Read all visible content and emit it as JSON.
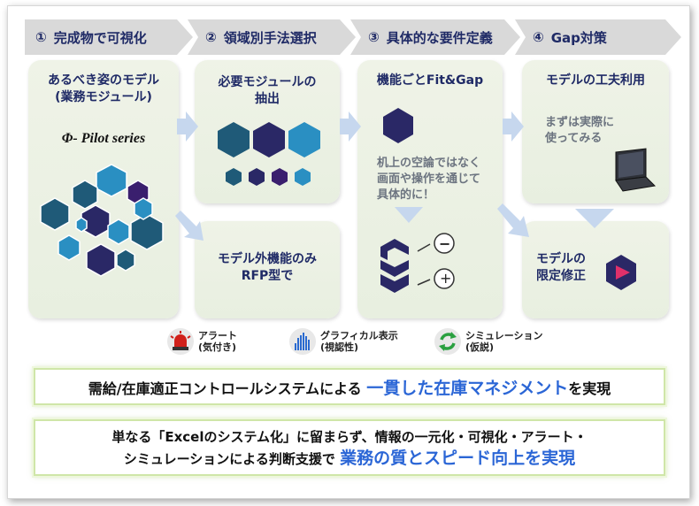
{
  "steps": [
    {
      "num": "①",
      "label": "完成物で可視化"
    },
    {
      "num": "②",
      "label": "領域別手法選択"
    },
    {
      "num": "③",
      "label": "具体的な要件定義"
    },
    {
      "num": "④",
      "label": "Gap対策"
    }
  ],
  "panel1": {
    "title_line1": "あるべき姿のモデル",
    "title_line2": "(業務モジュール)",
    "logo": "Φ- Pilot series"
  },
  "panel2a": {
    "title_line1": "必要モジュールの",
    "title_line2": "抽出"
  },
  "panel2b": {
    "title_line1": "モデル外機能のみ",
    "title_line2": "RFP型で"
  },
  "panel3": {
    "title": "機能ごとFit&Gap",
    "note_line1": "机上の空論ではなく",
    "note_line2": "画面や操作を通じて",
    "note_line3": "具体的に！",
    "minus": "−",
    "plus": "+"
  },
  "panel4a": {
    "title": "モデルの工夫利用",
    "note_line1": "まずは実際に",
    "note_line2": "使ってみる"
  },
  "panel4b": {
    "title_line1": "モデルの",
    "title_line2": "限定修正"
  },
  "legend": [
    {
      "icon": "alarm-icon",
      "line1": "アラート",
      "line2": "(気付き)"
    },
    {
      "icon": "bar-graph-icon",
      "line1": "グラフィカル表示",
      "line2": "(視認性)"
    },
    {
      "icon": "cycle-icon",
      "line1": "シミュレーション",
      "line2": "(仮説)"
    }
  ],
  "banner1": {
    "prefix": "需給/在庫適正コントロールシステムによる ",
    "highlight": "一貫した在庫マネジメント",
    "suffix": "を実現"
  },
  "banner2": {
    "line1": "単なる「Excelのシステム化」に留まらず、情報の一元化・可視化・アラート・",
    "line2_prefix": "シミュレーションによる判断支援で ",
    "line2_highlight": "業務の質とスピード向上を実現"
  },
  "colors": {
    "navy": "#1f2a66",
    "teal": "#1f5a78",
    "purple": "#3a1f6e",
    "sky": "#2a8fc2",
    "accent": "#2b66d6",
    "arrow": "#c6d7ee"
  }
}
